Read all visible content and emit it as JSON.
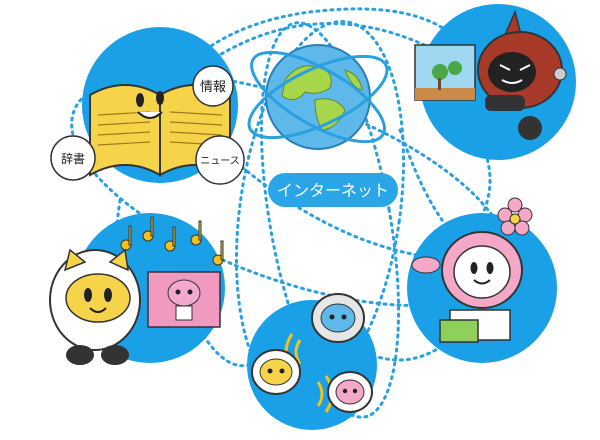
{
  "center_label": "インターネット",
  "bubbles": {
    "info": "情報",
    "dictionary": "辞書",
    "news": "ニュース"
  },
  "colors": {
    "accent_blue": "#1aa0e6",
    "dotted_line": "#2aa0e0",
    "pill_fill": "#2aa6e8",
    "globe_water": "#5fb8ea",
    "globe_land": "#a8d64a",
    "book_yellow": "#f6d44a",
    "screen_pink": "#f09ac2",
    "robot_red": "#a83a2a",
    "note_yellow": "#f2c21c"
  },
  "icons": [
    "globe-icon",
    "book-icon",
    "game-robot-icon",
    "music-robot-icon",
    "shopping-robot-icon",
    "communication-robots-icon",
    "music-note-icon",
    "wifi-wave-icon",
    "flower-icon"
  ]
}
